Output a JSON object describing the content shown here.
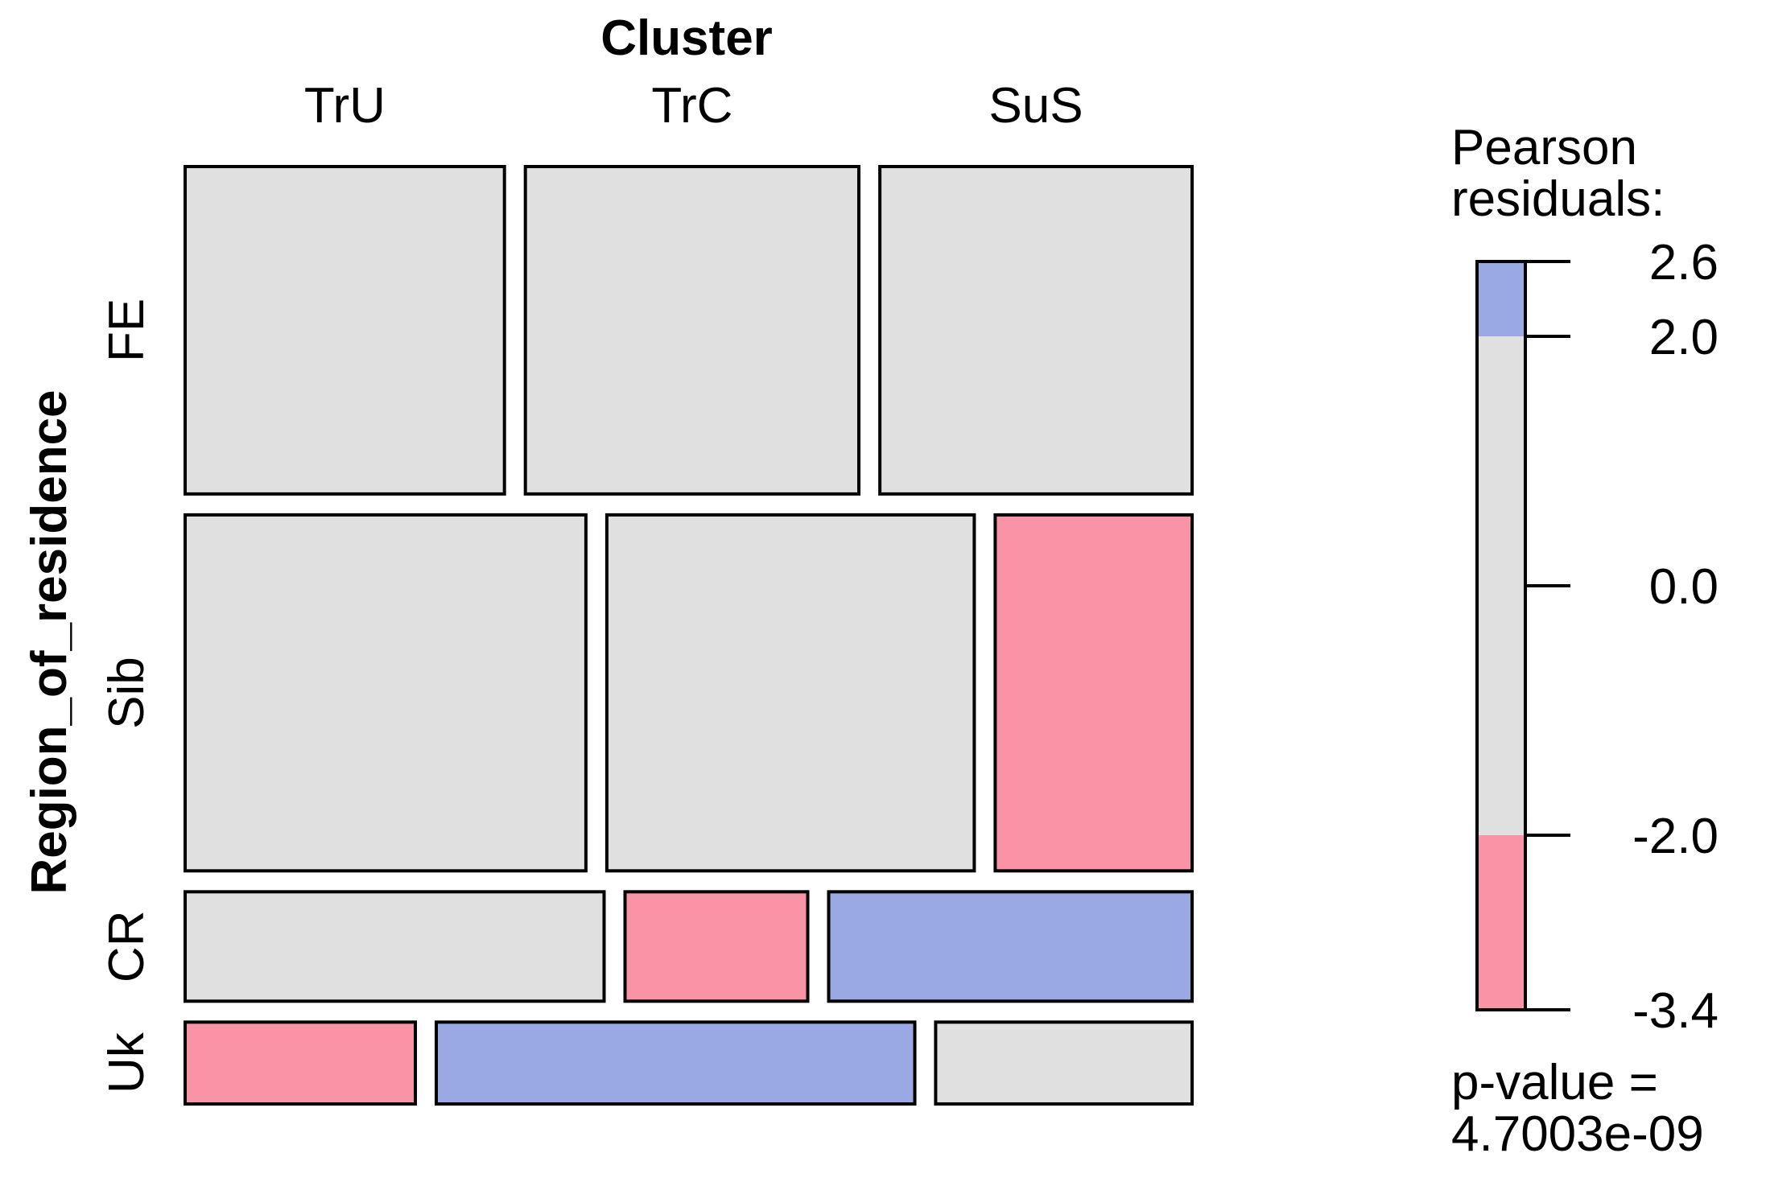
{
  "chart_data": {
    "type": "mosaic",
    "column_variable": "Cluster",
    "row_variable": "Region_of_residence",
    "columns": [
      "TrU",
      "TrC",
      "SuS"
    ],
    "rows": [
      "FE",
      "Sib",
      "CR",
      "Uk"
    ],
    "row_proportions": [
      0.332,
      0.361,
      0.111,
      0.083
    ],
    "cells": [
      {
        "row": "FE",
        "col": "TrU",
        "proportion": 0.316,
        "residual_bin": "neutral"
      },
      {
        "row": "FE",
        "col": "TrC",
        "proportion": 0.33,
        "residual_bin": "neutral"
      },
      {
        "row": "FE",
        "col": "SuS",
        "proportion": 0.309,
        "residual_bin": "neutral"
      },
      {
        "row": "Sib",
        "col": "TrU",
        "proportion": 0.397,
        "residual_bin": "neutral"
      },
      {
        "row": "Sib",
        "col": "TrC",
        "proportion": 0.364,
        "residual_bin": "neutral"
      },
      {
        "row": "Sib",
        "col": "SuS",
        "proportion": 0.195,
        "residual_bin": "negative"
      },
      {
        "row": "CR",
        "col": "TrU",
        "proportion": 0.415,
        "residual_bin": "neutral"
      },
      {
        "row": "CR",
        "col": "TrC",
        "proportion": 0.181,
        "residual_bin": "negative"
      },
      {
        "row": "CR",
        "col": "SuS",
        "proportion": 0.36,
        "residual_bin": "positive"
      },
      {
        "row": "Uk",
        "col": "TrU",
        "proportion": 0.228,
        "residual_bin": "negative"
      },
      {
        "row": "Uk",
        "col": "TrC",
        "proportion": 0.474,
        "residual_bin": "positive"
      },
      {
        "row": "Uk",
        "col": "SuS",
        "proportion": 0.254,
        "residual_bin": "neutral"
      }
    ],
    "legend": {
      "title_line1": "Pearson",
      "title_line2": "residuals:",
      "range": [
        -3.4,
        2.6
      ],
      "ticks": [
        "2.6",
        "2.0",
        "0.0",
        "-2.0",
        "-3.4"
      ],
      "tick_values": [
        2.6,
        2.0,
        0.0,
        -2.0,
        -3.4
      ],
      "bands": [
        {
          "from": 2.0,
          "to": 2.6,
          "bin": "positive"
        },
        {
          "from": -2.0,
          "to": 2.0,
          "bin": "neutral"
        },
        {
          "from": -3.4,
          "to": -2.0,
          "bin": "negative"
        }
      ],
      "pvalue_line1": "p-value =",
      "pvalue_line2": "4.7003e-09"
    },
    "colors": {
      "positive": "#9aa9e3",
      "neutral": "#e0e0e0",
      "negative": "#f894a6",
      "border": "#000000"
    }
  }
}
